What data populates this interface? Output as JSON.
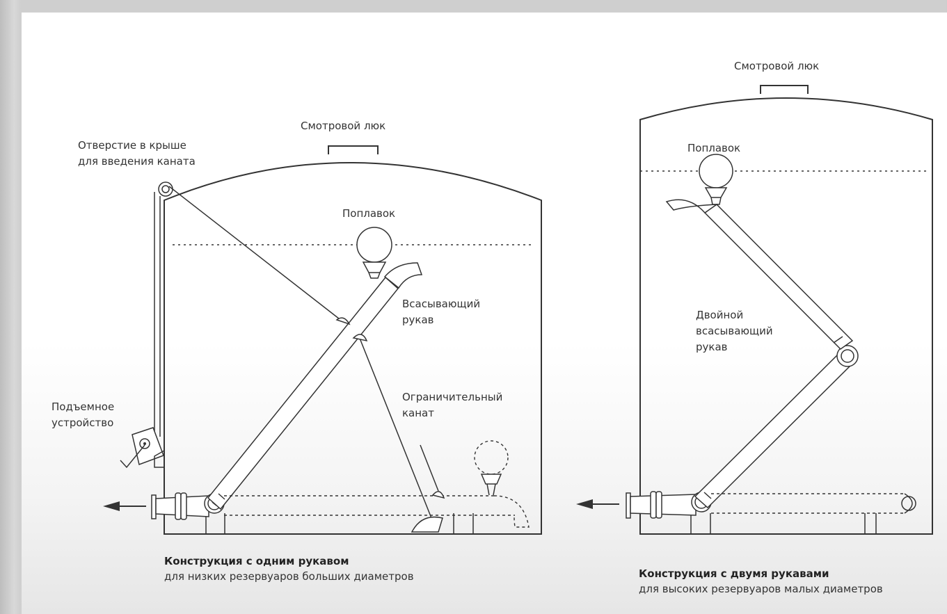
{
  "left": {
    "hatch": "Смотровой люк",
    "roof_opening_1": "Отверстие в крыше",
    "roof_opening_2": "для введения каната",
    "float": "Поплавок",
    "suction_1": "Всасывающий",
    "suction_2": "рукав",
    "limit_1": "Ограничительный",
    "limit_2": "канат",
    "lifter_1": "Подъемное",
    "lifter_2": "устройство",
    "caption_title": "Конструкция с одним рукавом",
    "caption_sub": "для низких резервуаров больших диаметров"
  },
  "right": {
    "hatch": "Смотровой люк",
    "float": "Поплавок",
    "double_1": "Двойной",
    "double_2": "всасывающий",
    "double_3": "рукав",
    "caption_title": "Конструкция с двумя рукавами",
    "caption_sub": "для высоких резервуаров малых диаметров"
  },
  "colors": {
    "line": "#333333",
    "panel": "#ffffff",
    "backdrop": "#cfcfcf"
  }
}
